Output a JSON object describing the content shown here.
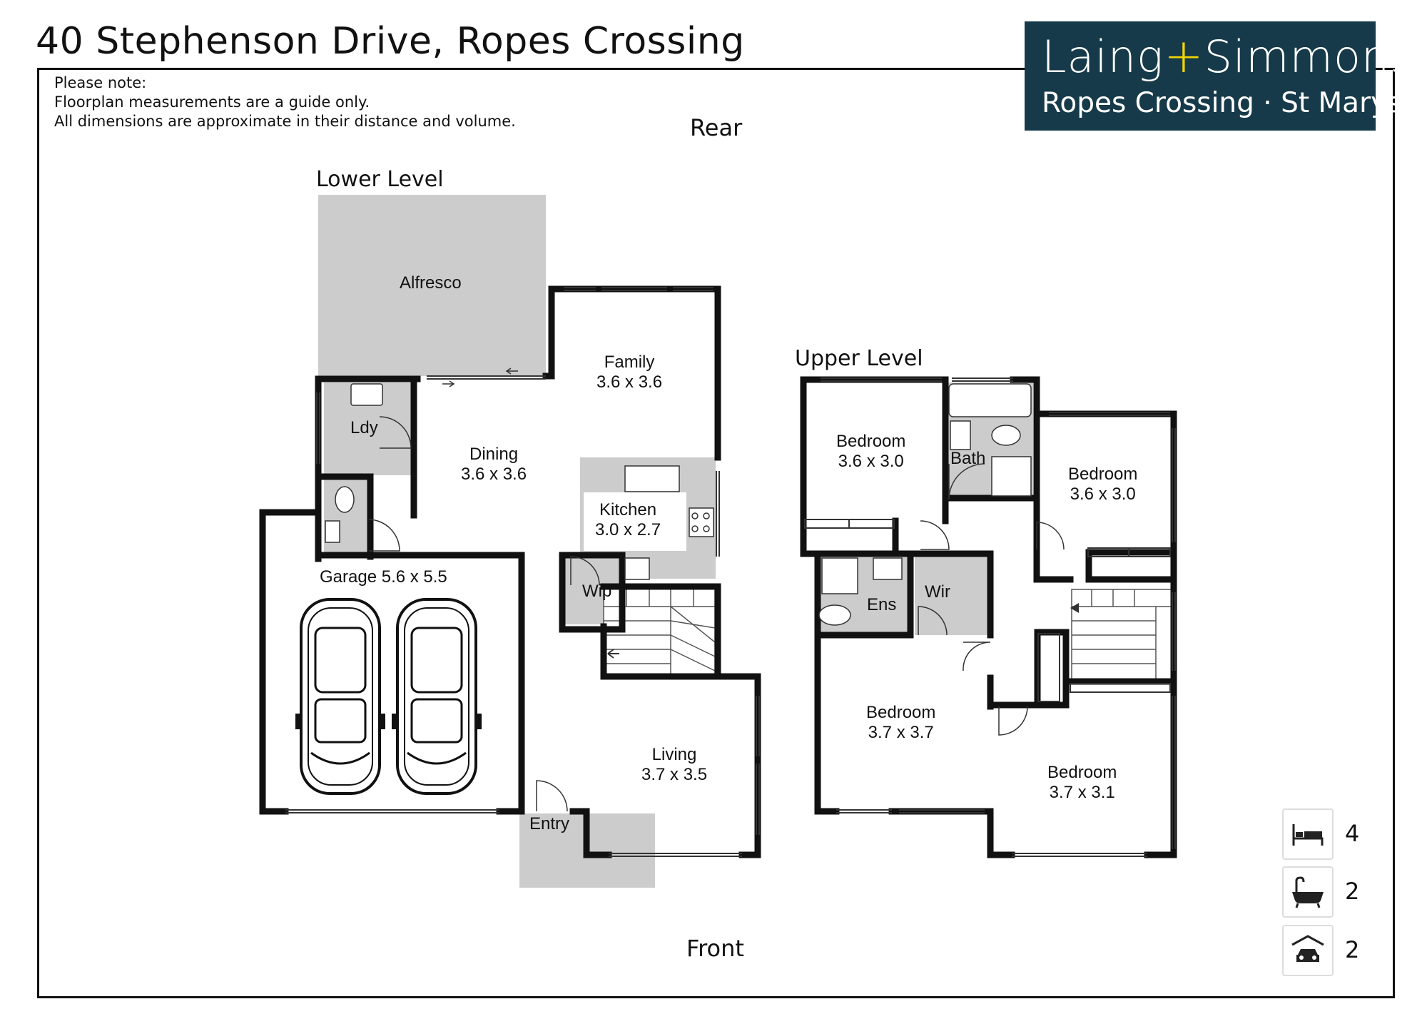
{
  "title": "40 Stephenson Drive, Ropes Crossing",
  "note": {
    "line1": "Please note:",
    "line2": "Floorplan measurements are a guide only.",
    "line3": "All dimensions are approximate in their distance and volume."
  },
  "logo": {
    "brand_a": "Laing",
    "brand_plus": "+",
    "brand_b": "Simmons",
    "sub": "Ropes Crossing · St Marys",
    "colors": {
      "background": "#163a4a",
      "plus": "#f2d600",
      "text": "#ffffff"
    }
  },
  "orientation": {
    "rear": "Rear",
    "front": "Front"
  },
  "lower_level": {
    "label": "Lower Level",
    "rooms": {
      "alfresco": {
        "name": "Alfresco"
      },
      "family": {
        "name": "Family",
        "dims": "3.6 x 3.6"
      },
      "dining": {
        "name": "Dining",
        "dims": "3.6 x 3.6"
      },
      "kitchen": {
        "name": "Kitchen",
        "dims": "3.0 x 2.7"
      },
      "ldy": {
        "name": "Ldy"
      },
      "wip": {
        "name": "Wip"
      },
      "garage": {
        "name": "Garage 5.6 x 5.5"
      },
      "living": {
        "name": "Living",
        "dims": "3.7 x 3.5"
      },
      "entry": {
        "name": "Entry"
      }
    }
  },
  "upper_level": {
    "label": "Upper Level",
    "rooms": {
      "bedroom_a": {
        "name": "Bedroom",
        "dims": "3.6 x 3.0"
      },
      "bath": {
        "name": "Bath"
      },
      "bedroom_b": {
        "name": "Bedroom",
        "dims": "3.6 x 3.0"
      },
      "ens": {
        "name": "Ens"
      },
      "wir": {
        "name": "Wir"
      },
      "bedroom_c": {
        "name": "Bedroom",
        "dims": "3.7 x 3.7"
      },
      "bedroom_d": {
        "name": "Bedroom",
        "dims": "3.7 x 3.1"
      }
    }
  },
  "features": [
    {
      "icon": "bed-icon",
      "count": "4"
    },
    {
      "icon": "bath-icon",
      "count": "2"
    },
    {
      "icon": "car-garage-icon",
      "count": "2"
    }
  ],
  "colors": {
    "wall": "#111111",
    "shaded_area": "#cccccc",
    "fixture": "#ffffff"
  }
}
